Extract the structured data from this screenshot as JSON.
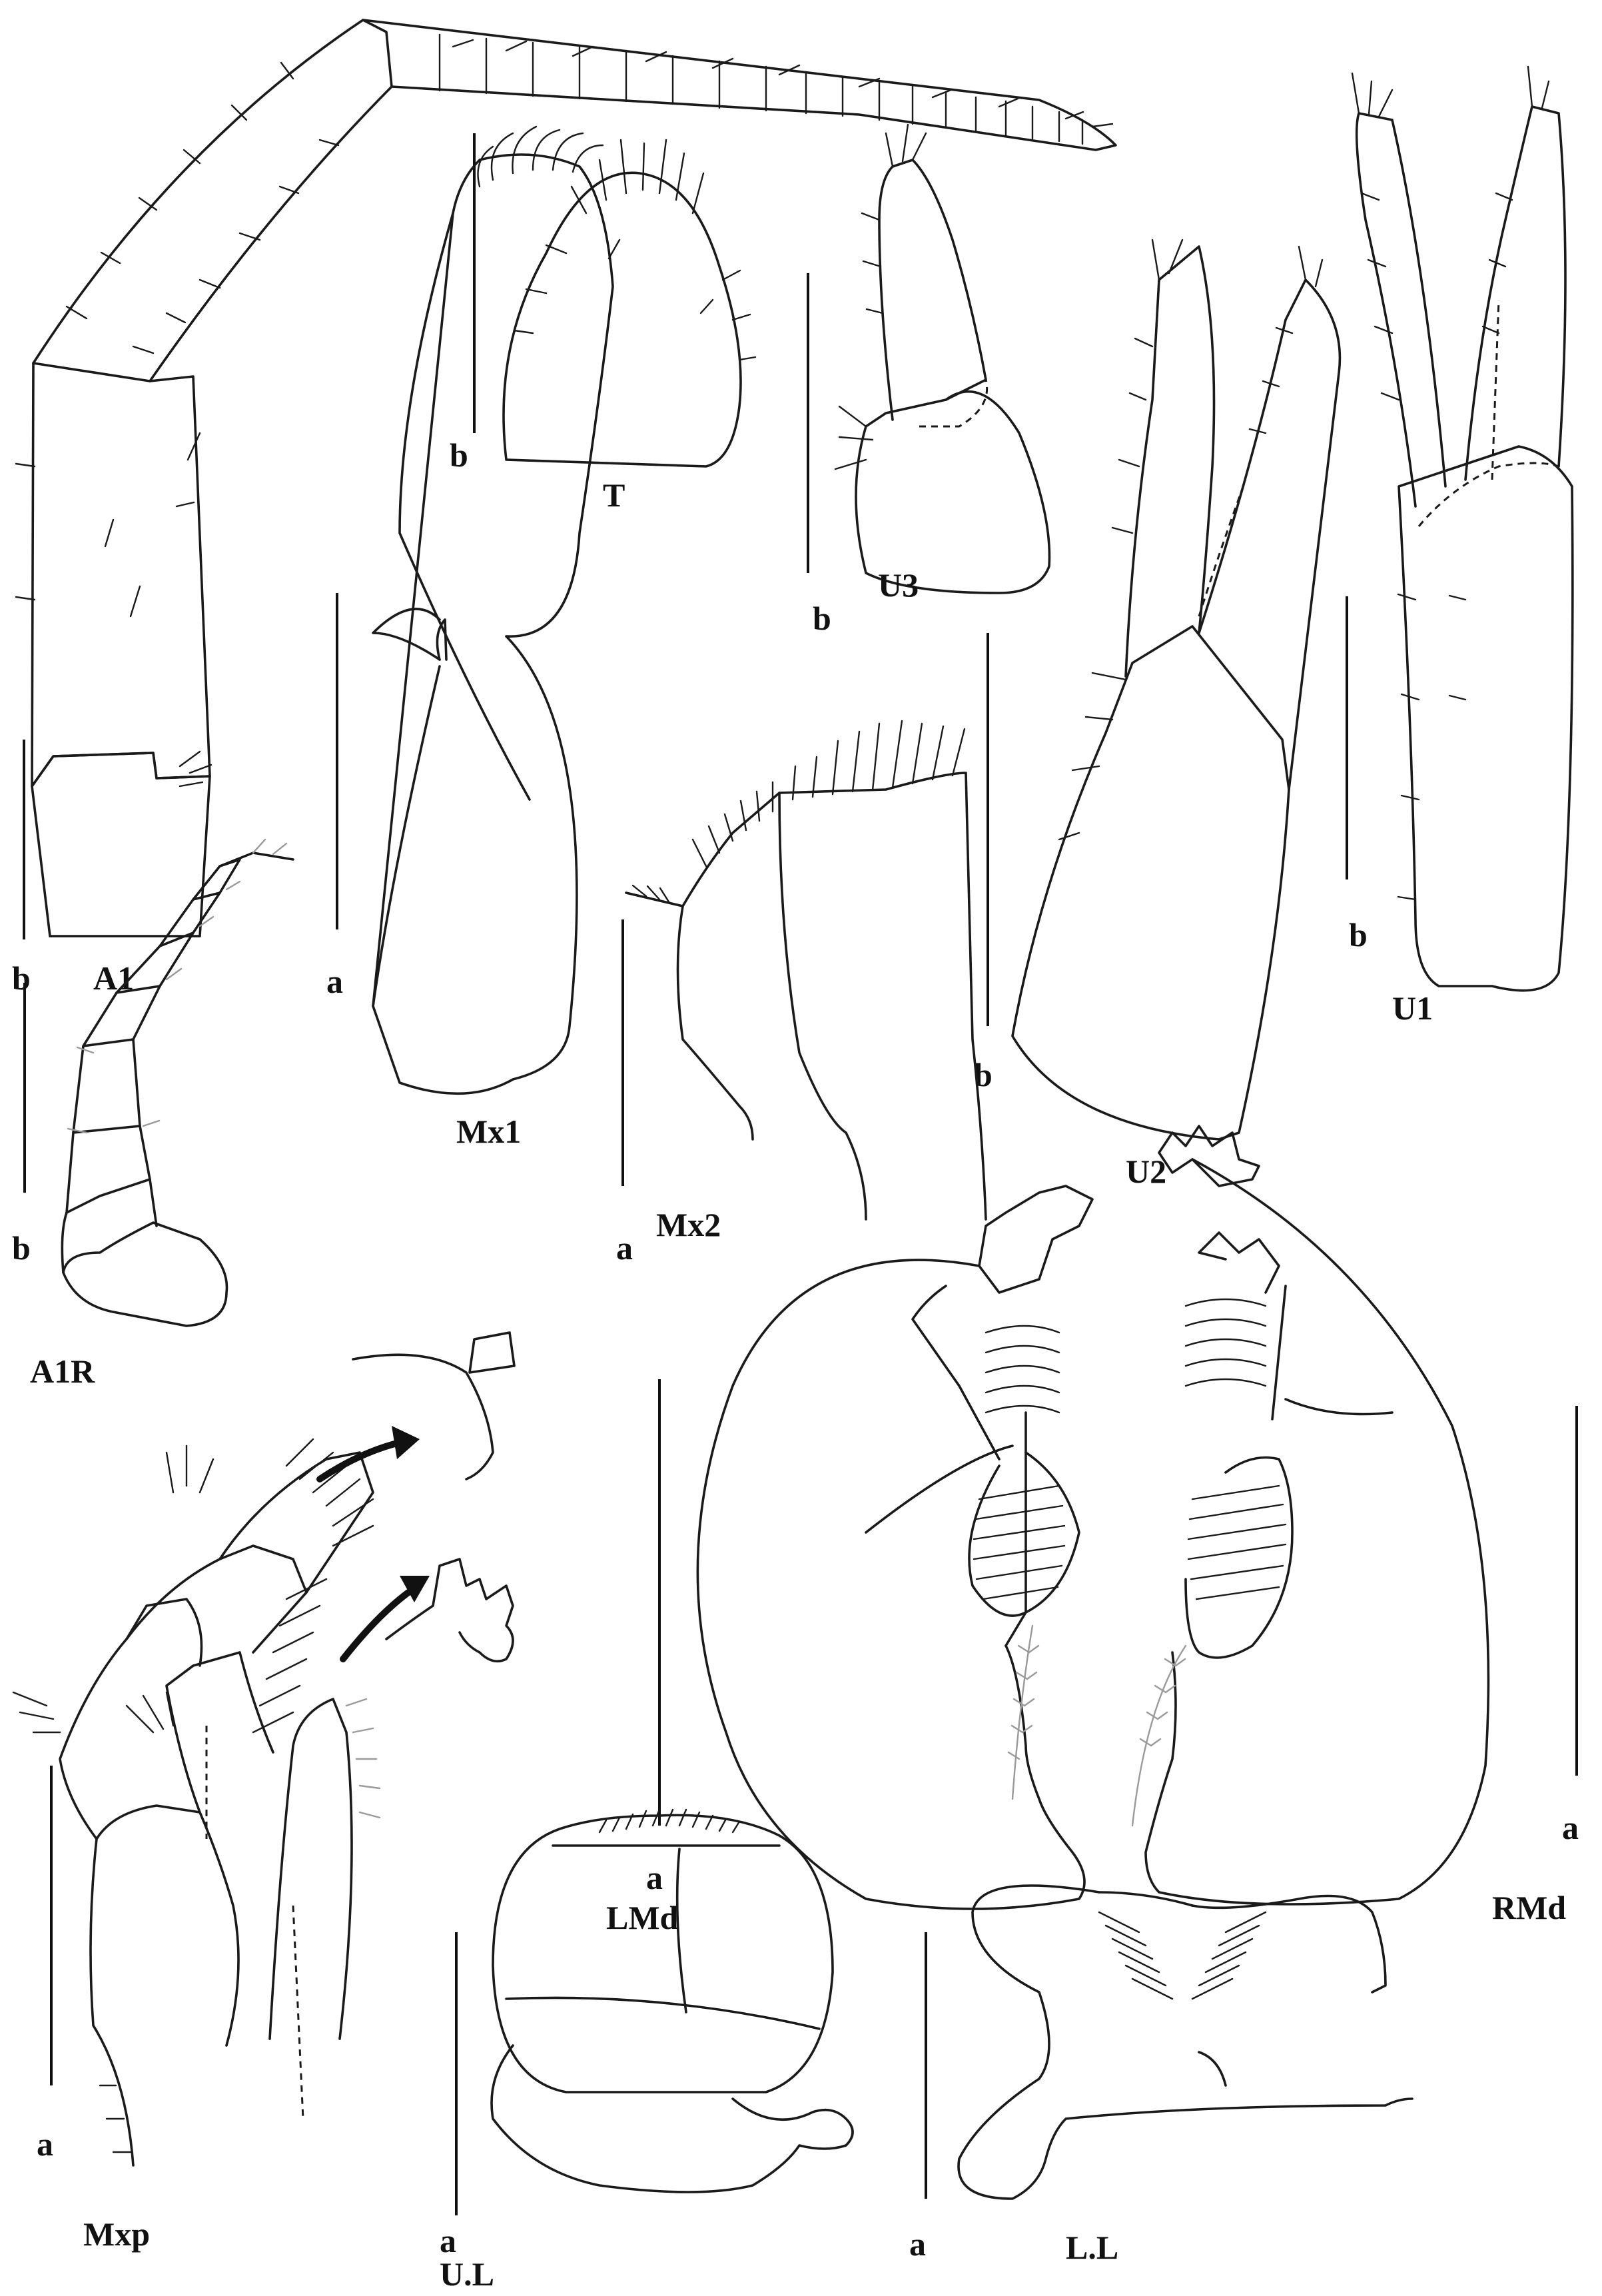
{
  "figure": {
    "panels": [
      {
        "id": "A1",
        "label": "A1",
        "scale": "b"
      },
      {
        "id": "T",
        "label": "T",
        "scale": "b"
      },
      {
        "id": "U3",
        "label": "U3",
        "scale": "b"
      },
      {
        "id": "U2",
        "label": "U2",
        "scale": "b"
      },
      {
        "id": "U1",
        "label": "U1",
        "scale": "b"
      },
      {
        "id": "Mx1",
        "label": "Mx1",
        "scale": "a"
      },
      {
        "id": "Mx2",
        "label": "Mx2",
        "scale": "a"
      },
      {
        "id": "A1R",
        "label": "A1R",
        "scale": "b"
      },
      {
        "id": "LMd",
        "label": "LMd",
        "scale": "a"
      },
      {
        "id": "RMd",
        "label": "RMd",
        "scale": "a"
      },
      {
        "id": "Mxp",
        "label": "Mxp",
        "scale": "a"
      },
      {
        "id": "UL",
        "label": "U.L",
        "scale": "a"
      },
      {
        "id": "LL",
        "label": "L.L",
        "scale": "a"
      }
    ]
  }
}
